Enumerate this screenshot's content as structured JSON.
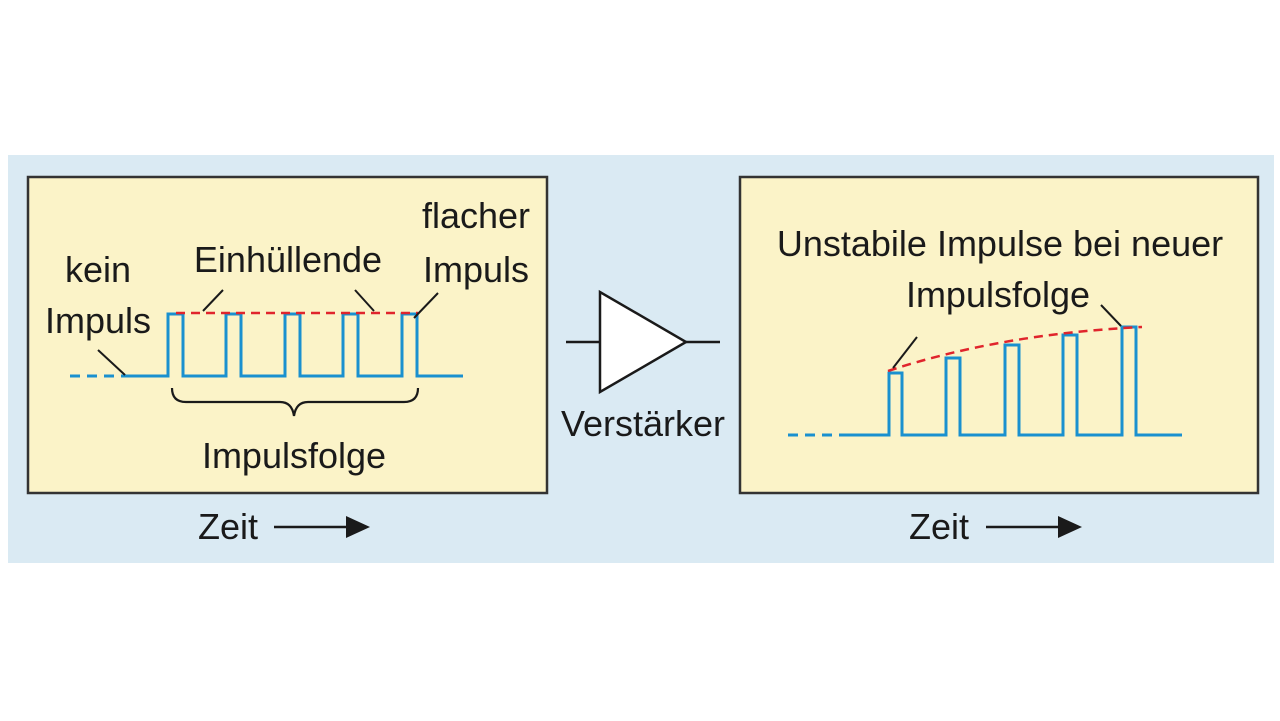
{
  "colors": {
    "band": "#daeaf3",
    "panel_fill": "#fbf3c8",
    "panel_border": "#333333",
    "signal": "#1a90cf",
    "envelope": "#e0242c",
    "text": "#1a1a1a"
  },
  "left_panel": {
    "label_no_pulse_line1": "kein",
    "label_no_pulse_line2": "Impuls",
    "label_envelope": "Einhüllende",
    "label_flat_line1": "flacher",
    "label_flat_line2": "Impuls",
    "label_train": "Impulsfolge",
    "time_label": "Zeit"
  },
  "amplifier": {
    "label": "Verstärker",
    "icon": "amplifier-triangle-icon"
  },
  "right_panel": {
    "label_line1": "Unstabile Impulse bei neuer",
    "label_line2": "Impulsfolge",
    "time_label": "Zeit"
  }
}
